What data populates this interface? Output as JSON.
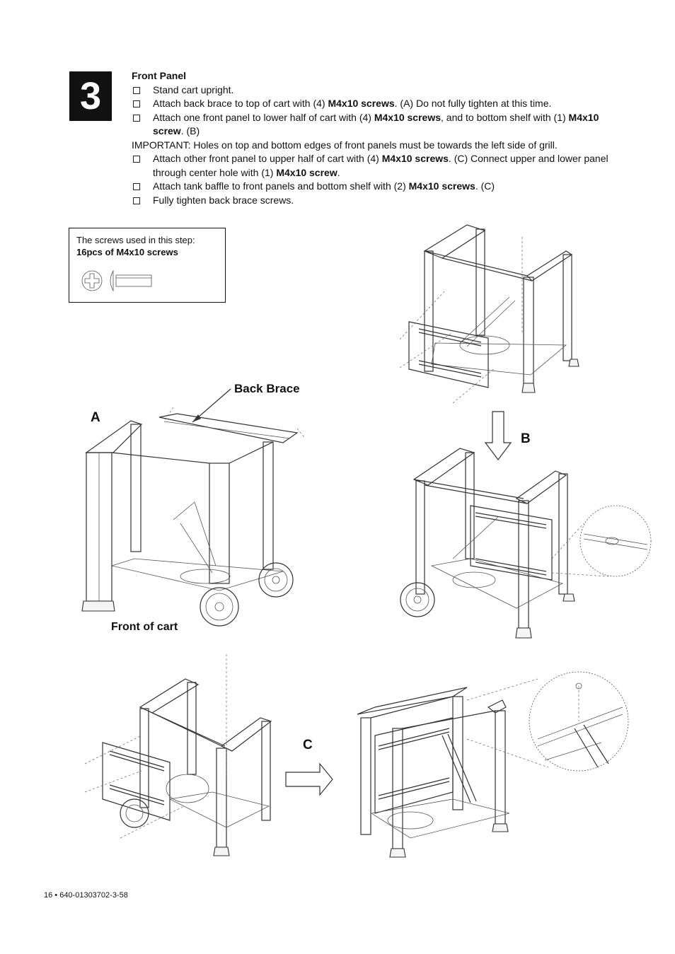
{
  "step": {
    "number": "3"
  },
  "instructions": {
    "title": "Front Panel",
    "items": [
      {
        "text": "Stand cart upright."
      },
      {
        "pre": "Attach back brace to top of cart with (4) ",
        "bold": "M4x10 screws",
        "post": ". (A) Do not fully tighten at this time."
      },
      {
        "pre": "Attach one front panel to lower half of cart with (4) ",
        "bold": "M4x10 screws",
        "mid": ", and to bottom shelf with (1) ",
        "bold2": "M4x10 screw",
        "post": ". (B)"
      }
    ],
    "important": "IMPORTANT: Holes on top and bottom edges of front panels must be towards the left side of grill.",
    "items2": [
      {
        "pre": "Attach other front panel to upper half of cart with (4) ",
        "bold": "M4x10 screws",
        "mid": ". (C) Connect upper and lower panel through center hole with (1) ",
        "bold2": "M4x10 screw",
        "post": "."
      },
      {
        "pre": "Attach tank baffle to front panels and bottom shelf with (2) ",
        "bold": "M4x10 screws",
        "post": ". (C)"
      },
      {
        "text": "Fully tighten back brace screws."
      }
    ]
  },
  "screw_box": {
    "line1": "The screws used in this step:",
    "line2": "16pcs of M4x10 screws"
  },
  "figure_labels": {
    "back_brace": "Back Brace",
    "a": "A",
    "b": "B",
    "c": "C",
    "front_of_cart": "Front of cart"
  },
  "footer": {
    "page": "16 • 640-01303702-3-58"
  }
}
